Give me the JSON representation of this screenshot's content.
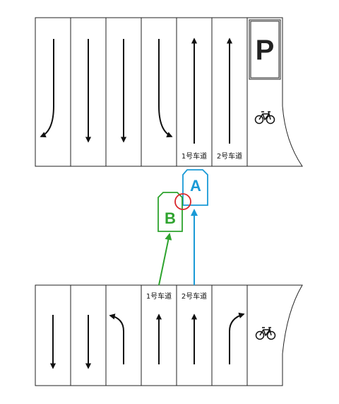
{
  "labels": {
    "lane1": "1号车道",
    "lane2": "2号车道",
    "parking": "P",
    "car_a": "A",
    "car_b": "B"
  },
  "icons": {
    "parking": "parking-sign-icon",
    "bicycle": "bicycle-icon",
    "conflict": "conflict-circle-icon"
  },
  "colors": {
    "car_a": "#1a9ad6",
    "car_b": "#2ea32e",
    "conflict": "#d9262c",
    "markings": "#111111"
  }
}
